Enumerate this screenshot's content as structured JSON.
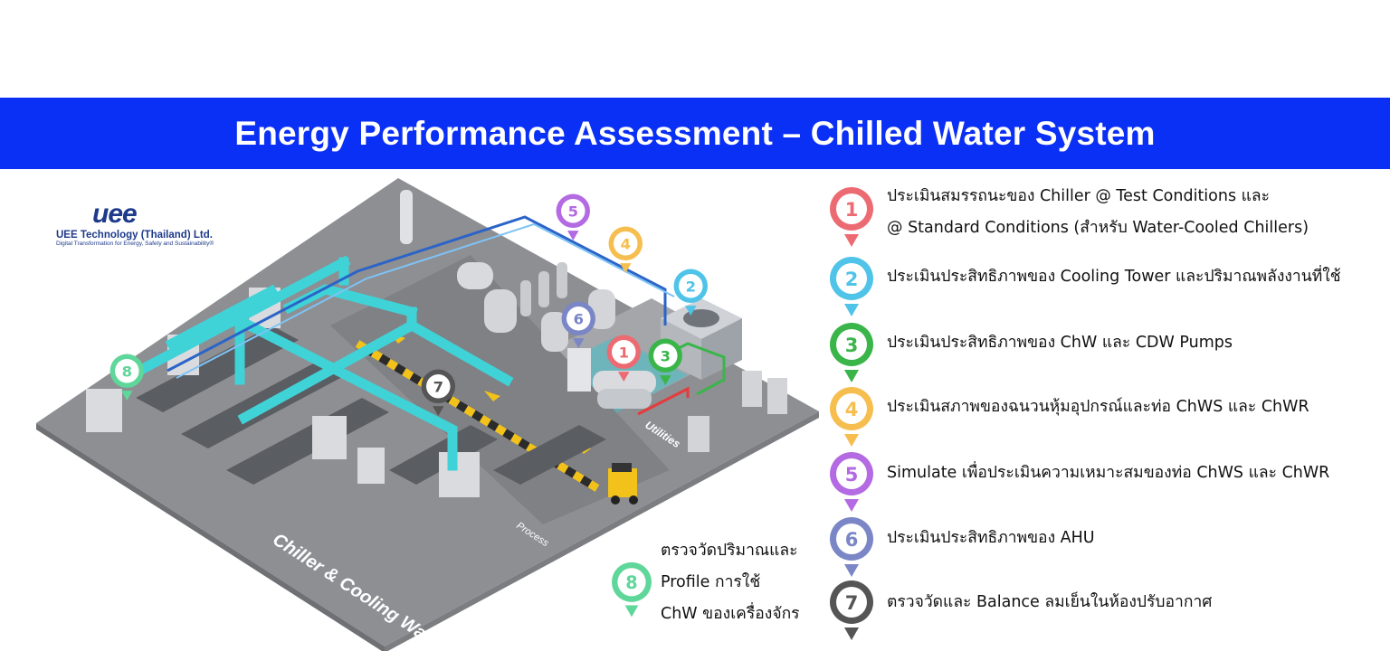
{
  "title": "Energy Performance Assessment – Chilled Water System",
  "logo": {
    "mark": "uee",
    "company": "UEE Technology (Thailand) Ltd.",
    "tagline": "Digital Transformation for Energy, Safety and Sustainability®"
  },
  "illustration_labels": {
    "floor": "Chiller & Cooling Water",
    "process": "Process",
    "utilities": "Utilities"
  },
  "colors": {
    "banner": "#0a2ff5",
    "pin1": "#ec6b73",
    "pin2": "#4fc3e8",
    "pin3": "#3ab54a",
    "pin4": "#f6be4f",
    "pin5": "#b36ae2",
    "pin6": "#7a86c6",
    "pin7": "#555555",
    "pin8": "#5fd69a"
  },
  "legend": [
    {
      "num": "1",
      "lines": [
        "ประเมินสมรรถนะของ Chiller @ Test Conditions และ",
        "@ Standard Conditions (สำหรับ Water-Cooled Chillers)"
      ]
    },
    {
      "num": "2",
      "lines": [
        "ประเมินประสิทธิภาพของ Cooling Tower และปริมาณพลังงานที่ใช้"
      ]
    },
    {
      "num": "3",
      "lines": [
        "ประเมินประสิทธิภาพของ ChW และ CDW Pumps"
      ]
    },
    {
      "num": "4",
      "lines": [
        "ประเมินสภาพของฉนวนหุ้มอุปกรณ์และท่อ ChWS และ ChWR"
      ]
    },
    {
      "num": "5",
      "lines": [
        "Simulate เพื่อประเมินความเหมาะสมของท่อ ChWS และ ChWR"
      ]
    },
    {
      "num": "6",
      "lines": [
        "ประเมินประสิทธิภาพของ AHU"
      ]
    },
    {
      "num": "7",
      "lines": [
        "ตรวจวัดและ Balance ลมเย็นในห้องปรับอากาศ"
      ]
    }
  ],
  "note8": {
    "num": "8",
    "lines": [
      "ตรวจวัดปริมาณและ",
      "Profile การใช้",
      "ChW ของเครื่องจักร"
    ]
  }
}
